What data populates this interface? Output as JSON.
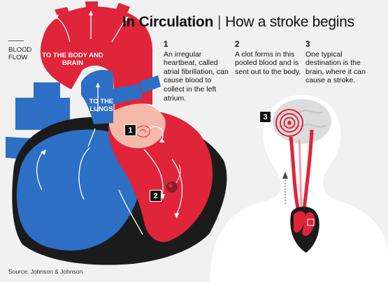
{
  "header": {
    "title_main": "In Circulation",
    "separator": "|",
    "title_sub": "How a stroke begins"
  },
  "legend": {
    "label": "BLOOD FLOW"
  },
  "heart_labels": {
    "to_body_brain": "TO THE BODY AND BRAIN",
    "to_lungs": "TO THE LUNGS"
  },
  "steps": [
    {
      "number": "1",
      "text": "An irregular heartbeat, called atrial fibrillation, can cause blood to collect in the left atrium."
    },
    {
      "number": "2",
      "text": "A clot forms in this pooled blood and is sent out to the body."
    },
    {
      "number": "3",
      "text": "One typical destination is the brain, where it can cause a stroke."
    }
  ],
  "markers": {
    "m1": "1",
    "m2": "2",
    "m3": "3"
  },
  "source": "Source: Johnson & Johnson",
  "colors": {
    "oxygenated_red": "#e0243a",
    "deoxygenated_blue": "#2d6fc4",
    "heart_dark": "#1b1b1b",
    "atrium_pink": "#f4b9a9",
    "body_silhouette": "#ffffff",
    "background": "#f1f1f1"
  }
}
